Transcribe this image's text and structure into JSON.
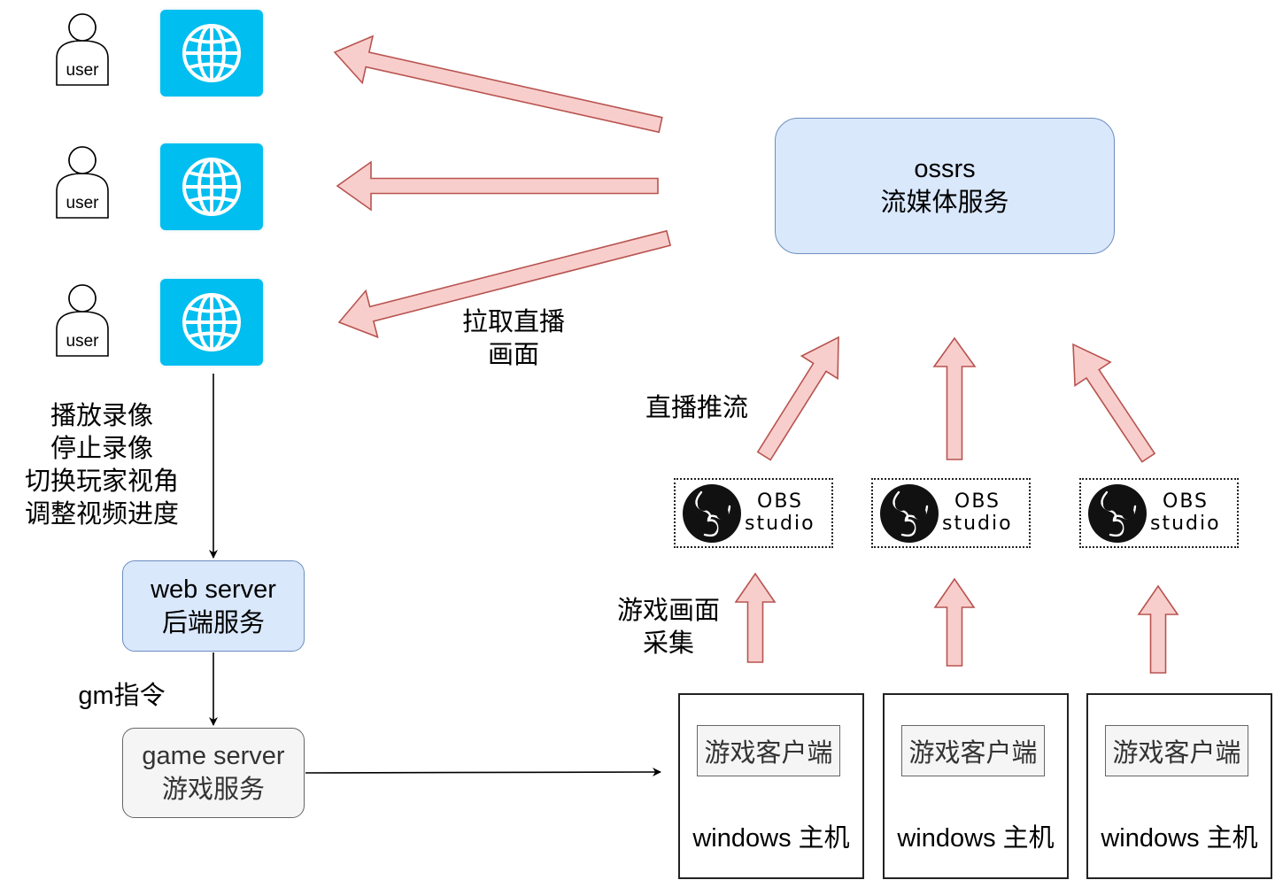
{
  "users": [
    {
      "label": "user",
      "icon": "user-icon",
      "browser_icon": "globe-icon"
    },
    {
      "label": "user",
      "icon": "user-icon",
      "browser_icon": "globe-icon"
    },
    {
      "label": "user",
      "icon": "user-icon",
      "browser_icon": "globe-icon"
    }
  ],
  "ossrs": {
    "line1": "ossrs",
    "line2": "流媒体服务"
  },
  "web_server": {
    "line1": "web server",
    "line2": "后端服务"
  },
  "game_server": {
    "line1": "game server",
    "line2": "游戏服务"
  },
  "labels": {
    "pull_stream": [
      "拉取直播",
      "画面"
    ],
    "push_stream": "直播推流",
    "capture": [
      "游戏画面",
      "采集"
    ],
    "gm_command": "gm指令",
    "user_actions": [
      "播放录像",
      "停止录像",
      "切换玩家视角",
      "调整视频进度"
    ]
  },
  "obs_nodes": [
    {
      "line1": "OBS",
      "line2": "studio",
      "icon": "obs-logo-icon"
    },
    {
      "line1": "OBS",
      "line2": "studio",
      "icon": "obs-logo-icon"
    },
    {
      "line1": "OBS",
      "line2": "studio",
      "icon": "obs-logo-icon"
    }
  ],
  "hosts": [
    {
      "client": "游戏客户端",
      "name": "windows 主机"
    },
    {
      "client": "游戏客户端",
      "name": "windows 主机"
    },
    {
      "client": "游戏客户端",
      "name": "windows 主机"
    }
  ],
  "colors": {
    "flow_arrow_fill": "#f8cecc",
    "flow_arrow_stroke": "#b85450",
    "service_fill": "#dae8fc",
    "service_stroke": "#6c8ebf",
    "game_fill": "#f5f5f5",
    "browser_blue": "#00beef"
  }
}
